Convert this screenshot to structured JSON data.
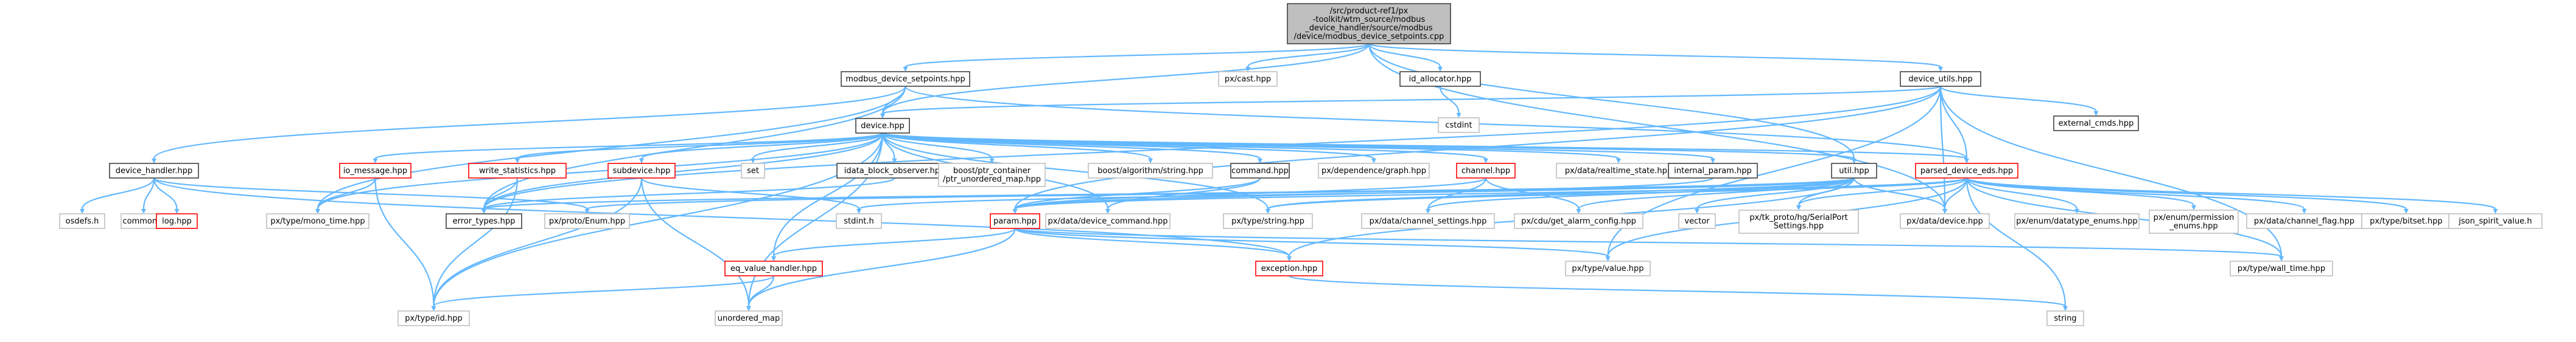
{
  "graph": {
    "nodes": [
      {
        "id": "root",
        "kind": "root",
        "lines": [
          "/src/product-ref1/px",
          "-toolkit/wtm_source/modbus",
          "_device_handler/source/modbus",
          "/device/modbus_device_setpoints.cpp"
        ]
      },
      {
        "id": "modbus_device_setpoints_hpp",
        "kind": "header",
        "lines": [
          "modbus_device_setpoints.hpp"
        ]
      },
      {
        "id": "px_cast_hpp",
        "kind": "ext",
        "lines": [
          "px/cast.hpp"
        ]
      },
      {
        "id": "id_allocator_hpp",
        "kind": "header",
        "lines": [
          "id_allocator.hpp"
        ]
      },
      {
        "id": "cstdint",
        "kind": "ext",
        "lines": [
          "cstdint"
        ]
      },
      {
        "id": "device_utils_hpp",
        "kind": "header",
        "lines": [
          "device_utils.hpp"
        ]
      },
      {
        "id": "external_cmds_hpp",
        "kind": "header",
        "lines": [
          "external_cmds.hpp"
        ]
      },
      {
        "id": "device_hpp",
        "kind": "header",
        "lines": [
          "device.hpp"
        ]
      },
      {
        "id": "device_handler_hpp",
        "kind": "header",
        "lines": [
          "device_handler.hpp"
        ]
      },
      {
        "id": "osdefs_h",
        "kind": "ext",
        "lines": [
          "osdefs.h"
        ]
      },
      {
        "id": "common_h",
        "kind": "ext",
        "lines": [
          "common.h"
        ]
      },
      {
        "id": "log_hpp",
        "kind": "err",
        "lines": [
          "log.hpp"
        ]
      },
      {
        "id": "io_message_hpp",
        "kind": "err",
        "lines": [
          "io_message.hpp"
        ]
      },
      {
        "id": "write_statistics_hpp",
        "kind": "err",
        "lines": [
          "write_statistics.hpp"
        ]
      },
      {
        "id": "subdevice_hpp",
        "kind": "err",
        "lines": [
          "subdevice.hpp"
        ]
      },
      {
        "id": "set",
        "kind": "ext",
        "lines": [
          "set"
        ]
      },
      {
        "id": "idata_block_observer_hpp",
        "kind": "header",
        "lines": [
          "idata_block_observer.hpp"
        ]
      },
      {
        "id": "boost_ptr_container",
        "kind": "ext",
        "lines": [
          "boost/ptr_container",
          "/ptr_unordered_map.hpp"
        ]
      },
      {
        "id": "boost_algorithm_string_hpp",
        "kind": "ext",
        "lines": [
          "boost/algorithm/string.hpp"
        ]
      },
      {
        "id": "command_hpp",
        "kind": "header",
        "lines": [
          "command.hpp"
        ]
      },
      {
        "id": "px_dependence_graph_hpp",
        "kind": "ext",
        "lines": [
          "px/dependence/graph.hpp"
        ]
      },
      {
        "id": "channel_hpp",
        "kind": "err",
        "lines": [
          "channel.hpp"
        ]
      },
      {
        "id": "px_data_realtime_state_hpp",
        "kind": "ext",
        "lines": [
          "px/data/realtime_state.hpp"
        ]
      },
      {
        "id": "internal_param_hpp",
        "kind": "header",
        "lines": [
          "internal_param.hpp"
        ]
      },
      {
        "id": "util_hpp",
        "kind": "header",
        "lines": [
          "util.hpp"
        ]
      },
      {
        "id": "parsed_device_eds_hpp",
        "kind": "err",
        "lines": [
          "parsed_device_eds.hpp"
        ]
      },
      {
        "id": "px_type_mono_time_hpp",
        "kind": "ext",
        "lines": [
          "px/type/mono_time.hpp"
        ]
      },
      {
        "id": "error_types_hpp",
        "kind": "header",
        "lines": [
          "error_types.hpp"
        ]
      },
      {
        "id": "px_proto_enum_hpp",
        "kind": "ext",
        "lines": [
          "px/proto/Enum.hpp"
        ]
      },
      {
        "id": "stdint_h",
        "kind": "ext",
        "lines": [
          "stdint.h"
        ]
      },
      {
        "id": "px_data_device_command_hpp",
        "kind": "ext",
        "lines": [
          "px/data/device_command.hpp"
        ]
      },
      {
        "id": "px_type_string_hpp",
        "kind": "ext",
        "lines": [
          "px/type/string.hpp"
        ]
      },
      {
        "id": "px_data_channel_settings_hpp",
        "kind": "ext",
        "lines": [
          "px/data/channel_settings.hpp"
        ]
      },
      {
        "id": "px_cdu_get_alarm_config_hpp",
        "kind": "ext",
        "lines": [
          "px/cdu/get_alarm_config.hpp"
        ]
      },
      {
        "id": "vector",
        "kind": "ext",
        "lines": [
          "vector"
        ]
      },
      {
        "id": "px_tk_proto_serialport",
        "kind": "ext",
        "lines": [
          "px/tk_proto/hg/SerialPort",
          "Settings.hpp"
        ]
      },
      {
        "id": "px_data_device_hpp",
        "kind": "ext",
        "lines": [
          "px/data/device.hpp"
        ]
      },
      {
        "id": "px_enum_datatype_enums_hpp",
        "kind": "ext",
        "lines": [
          "px/enum/datatype_enums.hpp"
        ]
      },
      {
        "id": "px_enum_permission_enums",
        "kind": "ext",
        "lines": [
          "px/enum/permission",
          "_enums.hpp"
        ]
      },
      {
        "id": "px_data_channel_flag_hpp",
        "kind": "ext",
        "lines": [
          "px/data/channel_flag.hpp"
        ]
      },
      {
        "id": "px_type_bitset_hpp",
        "kind": "ext",
        "lines": [
          "px/type/bitset.hpp"
        ]
      },
      {
        "id": "json_spirit_value_h",
        "kind": "ext",
        "lines": [
          "json_spirit_value.h"
        ]
      },
      {
        "id": "param_hpp",
        "kind": "err",
        "lines": [
          "param.hpp"
        ]
      },
      {
        "id": "eq_value_handler_hpp",
        "kind": "err",
        "lines": [
          "eq_value_handler.hpp"
        ]
      },
      {
        "id": "exception_hpp",
        "kind": "err",
        "lines": [
          "exception.hpp"
        ]
      },
      {
        "id": "px_type_value_hpp",
        "kind": "ext",
        "lines": [
          "px/type/value.hpp"
        ]
      },
      {
        "id": "px_type_wall_time_hpp",
        "kind": "ext",
        "lines": [
          "px/type/wall_time.hpp"
        ]
      },
      {
        "id": "px_type_id_hpp",
        "kind": "ext",
        "lines": [
          "px/type/id.hpp"
        ]
      },
      {
        "id": "unordered_map",
        "kind": "ext",
        "lines": [
          "unordered_map"
        ]
      },
      {
        "id": "string",
        "kind": "ext",
        "lines": [
          "string"
        ]
      }
    ],
    "edges": [
      [
        "root",
        "modbus_device_setpoints_hpp"
      ],
      [
        "root",
        "px_cast_hpp"
      ],
      [
        "root",
        "id_allocator_hpp"
      ],
      [
        "root",
        "device_utils_hpp"
      ],
      [
        "root",
        "device_hpp"
      ],
      [
        "root",
        "util_hpp"
      ],
      [
        "root",
        "px_data_device_hpp"
      ],
      [
        "modbus_device_setpoints_hpp",
        "device_hpp"
      ],
      [
        "modbus_device_setpoints_hpp",
        "device_handler_hpp"
      ],
      [
        "modbus_device_setpoints_hpp",
        "error_types_hpp"
      ],
      [
        "modbus_device_setpoints_hpp",
        "px_type_mono_time_hpp"
      ],
      [
        "modbus_device_setpoints_hpp",
        "parsed_device_eds_hpp"
      ],
      [
        "id_allocator_hpp",
        "cstdint"
      ],
      [
        "device_utils_hpp",
        "external_cmds_hpp"
      ],
      [
        "device_utils_hpp",
        "device_hpp"
      ],
      [
        "device_utils_hpp",
        "parsed_device_eds_hpp"
      ],
      [
        "device_utils_hpp",
        "param_hpp"
      ],
      [
        "device_utils_hpp",
        "error_types_hpp"
      ],
      [
        "device_utils_hpp",
        "px_type_wall_time_hpp"
      ],
      [
        "device_utils_hpp",
        "px_type_value_hpp"
      ],
      [
        "device_utils_hpp",
        "px_data_device_hpp"
      ],
      [
        "device_handler_hpp",
        "osdefs_h"
      ],
      [
        "device_handler_hpp",
        "common_h"
      ],
      [
        "device_handler_hpp",
        "log_hpp"
      ],
      [
        "device_handler_hpp",
        "px_proto_enum_hpp"
      ],
      [
        "device_handler_hpp",
        "exception_hpp"
      ],
      [
        "device_hpp",
        "io_message_hpp"
      ],
      [
        "device_hpp",
        "write_statistics_hpp"
      ],
      [
        "device_hpp",
        "subdevice_hpp"
      ],
      [
        "device_hpp",
        "set"
      ],
      [
        "device_hpp",
        "idata_block_observer_hpp"
      ],
      [
        "device_hpp",
        "boost_ptr_container"
      ],
      [
        "device_hpp",
        "boost_algorithm_string_hpp"
      ],
      [
        "device_hpp",
        "command_hpp"
      ],
      [
        "device_hpp",
        "px_dependence_graph_hpp"
      ],
      [
        "device_hpp",
        "channel_hpp"
      ],
      [
        "device_hpp",
        "px_data_realtime_state_hpp"
      ],
      [
        "device_hpp",
        "internal_param_hpp"
      ],
      [
        "device_hpp",
        "util_hpp"
      ],
      [
        "device_hpp",
        "parsed_device_eds_hpp"
      ],
      [
        "device_hpp",
        "px_type_mono_time_hpp"
      ],
      [
        "device_hpp",
        "error_types_hpp"
      ],
      [
        "device_hpp",
        "px_type_id_hpp"
      ],
      [
        "device_hpp",
        "unordered_map"
      ],
      [
        "device_hpp",
        "eq_value_handler_hpp"
      ],
      [
        "device_hpp",
        "px_data_device_command_hpp"
      ],
      [
        "device_hpp",
        "px_type_string_hpp"
      ],
      [
        "io_message_hpp",
        "px_type_mono_time_hpp"
      ],
      [
        "io_message_hpp",
        "px_type_id_hpp"
      ],
      [
        "write_statistics_hpp",
        "error_types_hpp"
      ],
      [
        "write_statistics_hpp",
        "px_type_id_hpp"
      ],
      [
        "subdevice_hpp",
        "stdint_h"
      ],
      [
        "subdevice_hpp",
        "px_type_id_hpp"
      ],
      [
        "subdevice_hpp",
        "unordered_map"
      ],
      [
        "idata_block_observer_hpp",
        "error_types_hpp"
      ],
      [
        "command_hpp",
        "param_hpp"
      ],
      [
        "command_hpp",
        "px_data_device_command_hpp"
      ],
      [
        "channel_hpp",
        "param_hpp"
      ],
      [
        "channel_hpp",
        "px_data_channel_settings_hpp"
      ],
      [
        "channel_hpp",
        "px_cdu_get_alarm_config_hpp"
      ],
      [
        "internal_param_hpp",
        "param_hpp"
      ],
      [
        "util_hpp",
        "px_type_string_hpp"
      ],
      [
        "util_hpp",
        "vector"
      ],
      [
        "util_hpp",
        "px_tk_proto_serialport"
      ],
      [
        "util_hpp",
        "px_data_device_hpp"
      ],
      [
        "util_hpp",
        "exception_hpp"
      ],
      [
        "util_hpp",
        "stdint_h"
      ],
      [
        "util_hpp",
        "px_data_channel_settings_hpp"
      ],
      [
        "util_hpp",
        "px_cdu_get_alarm_config_hpp"
      ],
      [
        "util_hpp",
        "px_proto_enum_hpp"
      ],
      [
        "util_hpp",
        "error_types_hpp"
      ],
      [
        "parsed_device_eds_hpp",
        "param_hpp"
      ],
      [
        "parsed_device_eds_hpp",
        "px_type_string_hpp"
      ],
      [
        "parsed_device_eds_hpp",
        "px_tk_proto_serialport"
      ],
      [
        "parsed_device_eds_hpp",
        "px_data_device_hpp"
      ],
      [
        "parsed_device_eds_hpp",
        "px_enum_datatype_enums_hpp"
      ],
      [
        "parsed_device_eds_hpp",
        "px_enum_permission_enums"
      ],
      [
        "parsed_device_eds_hpp",
        "px_data_channel_flag_hpp"
      ],
      [
        "parsed_device_eds_hpp",
        "px_type_bitset_hpp"
      ],
      [
        "parsed_device_eds_hpp",
        "json_spirit_value_h"
      ],
      [
        "parsed_device_eds_hpp",
        "string"
      ],
      [
        "parsed_device_eds_hpp",
        "px_type_wall_time_hpp"
      ],
      [
        "parsed_device_eds_hpp",
        "px_type_value_hpp"
      ],
      [
        "param_hpp",
        "eq_value_handler_hpp"
      ],
      [
        "param_hpp",
        "exception_hpp"
      ],
      [
        "param_hpp",
        "px_type_value_hpp"
      ],
      [
        "param_hpp",
        "unordered_map"
      ],
      [
        "param_hpp",
        "px_type_wall_time_hpp"
      ],
      [
        "eq_value_handler_hpp",
        "px_type_id_hpp"
      ],
      [
        "eq_value_handler_hpp",
        "unordered_map"
      ],
      [
        "exception_hpp",
        "string"
      ]
    ]
  }
}
